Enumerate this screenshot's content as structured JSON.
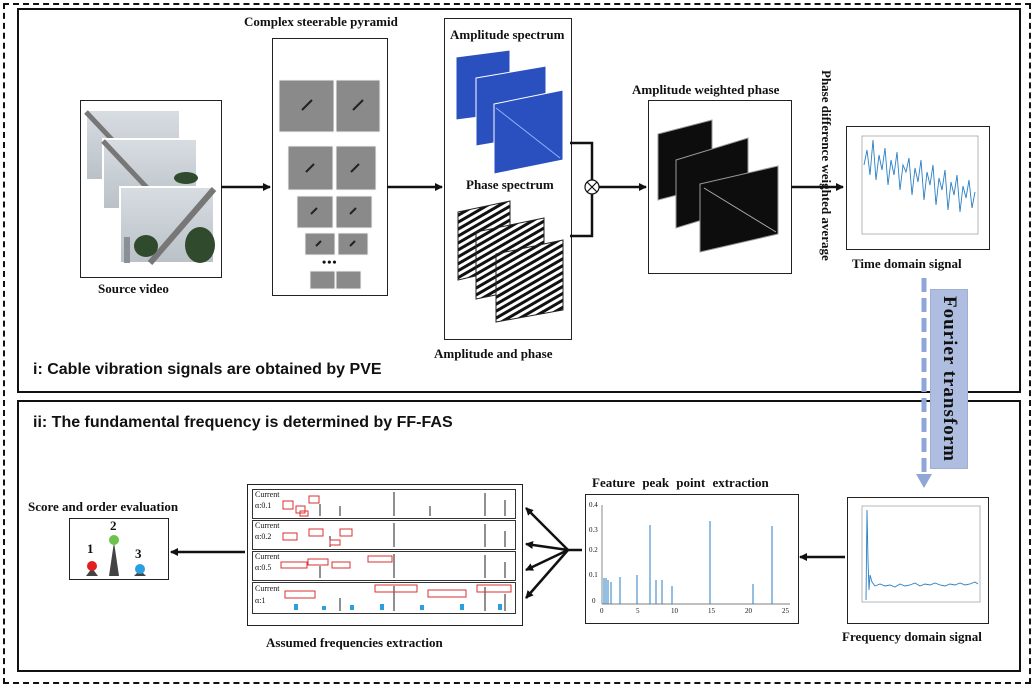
{
  "section1": {
    "title": "i: Cable vibration signals are obtained by PVE",
    "source_video_label": "Source video",
    "pyramid_label": "Complex steerable pyramid",
    "pyramid_ellipsis": "•••",
    "amplitude_spectrum_label": "Amplitude spectrum",
    "phase_spectrum_label": "Phase spectrum",
    "amp_phase_label": "Amplitude and phase",
    "weighted_phase_label": "Amplitude weighted phase",
    "pdwa_label": "Phase difference weighted average",
    "time_domain_label": "Time domain signal"
  },
  "fourier_label": "Fourier transform",
  "section2": {
    "title": "ii: The fundamental frequency is determined by FF-FAS",
    "frequency_domain_label": "Frequency domain signal",
    "feature_peak_label": "Feature peak point extraction",
    "assumed_freq_label": "Assumed frequencies extraction",
    "score_label": "Score and order evaluation",
    "rows": [
      {
        "line1": "Current",
        "line2": "α:0.1"
      },
      {
        "line1": "Current",
        "line2": "α:0.2"
      },
      {
        "line1": "Current",
        "line2": "α:0.5"
      },
      {
        "line1": "Current",
        "line2": "α:1"
      }
    ],
    "ranks": [
      "1",
      "2",
      "3"
    ],
    "feature_peak_xticks": [
      "0",
      "5",
      "10",
      "15",
      "20",
      "25"
    ],
    "feature_peak_yticks": [
      "0",
      "0.1",
      "0.2",
      "0.3",
      "0.4"
    ]
  },
  "colors": {
    "blue_line": "#2a7fc4",
    "amplitude_blue": "#2a4fbf",
    "red_box": "#d93030",
    "fourier_bg": "#aebde0",
    "rank1": "#e02020",
    "rank2": "#6cc24a",
    "rank3": "#2aa0e0"
  }
}
